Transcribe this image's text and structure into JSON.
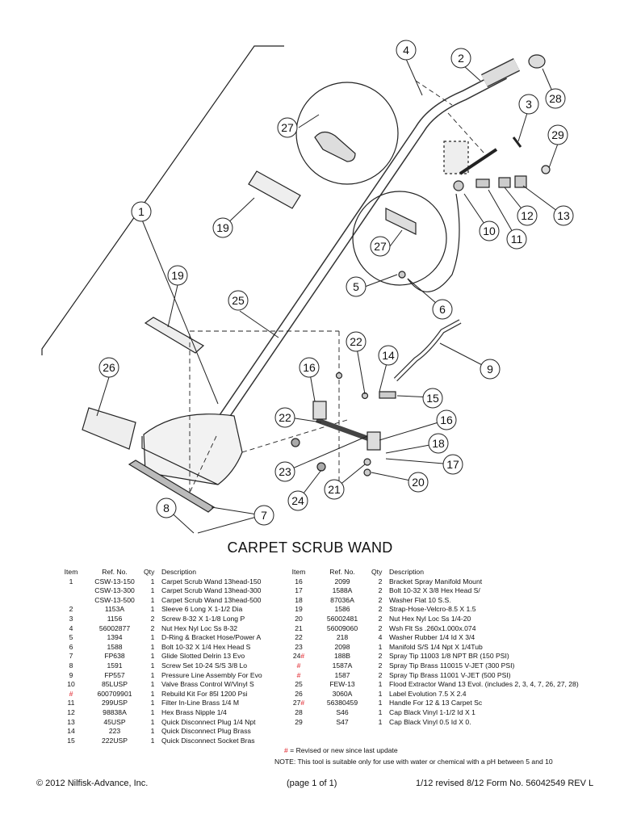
{
  "callouts": [
    "1",
    "2",
    "3",
    "4",
    "5",
    "6",
    "7",
    "8",
    "9",
    "10",
    "11",
    "12",
    "13",
    "14",
    "15",
    "16",
    "16",
    "17",
    "18",
    "19",
    "19",
    "20",
    "21",
    "22",
    "22",
    "23",
    "24",
    "25",
    "26",
    "27",
    "27",
    "28",
    "29"
  ],
  "title": "CARPET SCRUB WAND",
  "table_headers": {
    "item": "Item",
    "ref": "Ref. No.",
    "qty": "Qty",
    "desc": "Description"
  },
  "left_rows": [
    {
      "item": "1",
      "ref": "CSW-13-150",
      "qty": "1",
      "desc": "Carpet Scrub Wand 13head-150"
    },
    {
      "item": "",
      "ref": "CSW-13-300",
      "qty": "1",
      "desc": "Carpet Scrub Wand 13head-300"
    },
    {
      "item": "",
      "ref": "CSW-13-500",
      "qty": "1",
      "desc": "Carpet Scrub Wand 13head-500"
    },
    {
      "item": "2",
      "ref": "1153A",
      "qty": "1",
      "desc": "Sleeve 6 Long X 1-1/2 Dia"
    },
    {
      "item": "3",
      "ref": "1156",
      "qty": "2",
      "desc": "Screw 8-32 X 1-1/8 Long P"
    },
    {
      "item": "4",
      "ref": "56002877",
      "qty": "2",
      "desc": "Nut Hex Nyl Loc Ss 8-32"
    },
    {
      "item": "5",
      "ref": "1394",
      "qty": "1",
      "desc": "D-Ring & Bracket Hose/Power A"
    },
    {
      "item": "6",
      "ref": "1588",
      "qty": "1",
      "desc": "Bolt 10-32 X 1/4 Hex Head S"
    },
    {
      "item": "7",
      "ref": "FP638",
      "qty": "1",
      "desc": "Glide Slotted Delrin 13 Evo"
    },
    {
      "item": "8",
      "ref": "1591",
      "qty": "1",
      "desc": "Screw Set 10-24 S/S 3/8 Lo"
    },
    {
      "item": "9",
      "ref": "FP557",
      "qty": "1",
      "desc": "Pressure Line Assembly For Evo"
    },
    {
      "item": "10",
      "ref": "85LUSP",
      "qty": "1",
      "desc": "Valve Brass Control W/Vinyl S"
    },
    {
      "item": "#",
      "ref": "600709901",
      "qty": "1",
      "desc": "Rebuild Kit For 85l 1200 Psi"
    },
    {
      "item": "11",
      "ref": "299USP",
      "qty": "1",
      "desc": "Filter In-Line Brass 1/4 M"
    },
    {
      "item": "12",
      "ref": "98838A",
      "qty": "1",
      "desc": "Hex Brass Nipple 1/4"
    },
    {
      "item": "13",
      "ref": "45USP",
      "qty": "1",
      "desc": "Quick Disconnect Plug 1/4 Npt"
    },
    {
      "item": "14",
      "ref": "223",
      "qty": "1",
      "desc": "Quick Disconnect Plug Brass"
    },
    {
      "item": "15",
      "ref": "222USP",
      "qty": "1",
      "desc": "Quick Disconnect Socket Bras"
    }
  ],
  "right_rows": [
    {
      "item": "16",
      "ref": "2099",
      "qty": "2",
      "desc": "Bracket Spray Manifold Mount"
    },
    {
      "item": "17",
      "ref": "1588A",
      "qty": "2",
      "desc": "Bolt 10-32 X 3/8 Hex Head S/"
    },
    {
      "item": "18",
      "ref": "87036A",
      "qty": "2",
      "desc": "Washer Flat 10 S.S."
    },
    {
      "item": "19",
      "ref": "1586",
      "qty": "2",
      "desc": "Strap-Hose-Velcro-8.5 X 1.5"
    },
    {
      "item": "20",
      "ref": "56002481",
      "qty": "2",
      "desc": "Nut Hex Nyl Loc Ss 1/4-20"
    },
    {
      "item": "21",
      "ref": "56009060",
      "qty": "2",
      "desc": "Wsh Flt Ss .260x1.000x.074"
    },
    {
      "item": "22",
      "ref": "218",
      "qty": "4",
      "desc": "Washer Rubber 1/4 Id X 3/4"
    },
    {
      "item": "23",
      "ref": "2098",
      "qty": "1",
      "desc": "Manifold S/S 1/4 Npt X 1/4Tub"
    },
    {
      "item": "24#",
      "ref": "188B",
      "qty": "2",
      "desc": "Spray Tip 11003 1/8 NPT BR (150 PSI)"
    },
    {
      "item": "#",
      "ref": "1587A",
      "qty": "2",
      "desc": "Spray Tip Brass 110015 V-JET (300 PSI)"
    },
    {
      "item": "#",
      "ref": "1587",
      "qty": "2",
      "desc": "Spray Tip Brass 11001 V-JET (500 PSI)"
    },
    {
      "item": "25",
      "ref": "FEW-13",
      "qty": "1",
      "desc": "Flood Extractor Wand 13 Evol. (includes 2, 3, 4, 7, 26, 27, 28)"
    },
    {
      "item": "26",
      "ref": "3060A",
      "qty": "1",
      "desc": "Label Evolution 7.5 X 2.4"
    },
    {
      "item": "27#",
      "ref": "56380459",
      "qty": "1",
      "desc": "Handle For 12 & 13 Carpet Sc"
    },
    {
      "item": "28",
      "ref": "S46",
      "qty": "1",
      "desc": "Cap Black Vinyl 1-1/2 Id X 1"
    },
    {
      "item": "29",
      "ref": "S47",
      "qty": "1",
      "desc": "Cap Black Vinyl 0.5 Id X 0."
    }
  ],
  "note_revised": "# = Revised or new since last update",
  "note_ph": "NOTE: This tool is suitable only for use with water or chemical with a pH between 5 and 10",
  "footer": {
    "copyright": "© 2012 Nilfisk-Advance, Inc.",
    "page": "(page 1 of 1)",
    "form": "1/12 revised 8/12 Form No. 56042549 REV L"
  }
}
